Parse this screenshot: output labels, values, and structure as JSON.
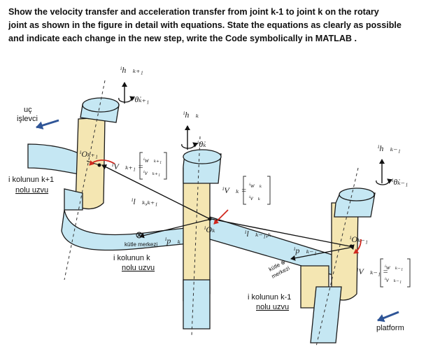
{
  "question": {
    "lines": [
      "Show the velocity transfer and acceleration transfer from joint k-1 to joint k on the rotary",
      "joint as shown in the figure in detail with equations. State the equations as clearly as possible",
      "and indicate each change in the new step, write  the Code symbolically in MATLAB ."
    ]
  },
  "figure": {
    "labels": {
      "end_effector_1": "uç",
      "end_effector_2": "işlevci",
      "link_k1_1": "i kolunun k+1",
      "link_k1_2": "nolu uzvu",
      "link_k_1": "i kolunun k",
      "link_k_2": "nolu uzvu",
      "link_km1_1": "i kolunun k-1",
      "link_km1_2": "nolu uzvu",
      "com_k": "kütle merkezi",
      "com_km1_1": "kütle ⊗",
      "com_km1_2": "merkezi",
      "platform": "platform"
    },
    "symbols": {
      "h_kp1": "ⁱh⃗ₖ₊₁",
      "theta_kp1": "ⁱθ̇ₖ₊₁",
      "h_k": "ⁱh⃗ₖ",
      "theta_k": "ⁱθ̇ₖ",
      "h_km1": "ⁱh⃗ₖ₋₁",
      "theta_km1": "ⁱθ̇ₖ₋₁",
      "O_kp1": "ⁱOₖ₊₁",
      "O_k": "ⁱOₖ",
      "O_km1": "ⁱOₖ₋₁",
      "V_kp1": "ⁱV⃗ₖ₊₁ =",
      "V_k": "ⁱV⃗ₖ =",
      "V_km1": "ⁱV⃗ₖ₋₁ =",
      "w_kp1": "ⁱw⃗ₖ₊₁",
      "v_kp1": "ⁱv⃗ₖ₊₁",
      "w_k": "ⁱw⃗ₖ",
      "v_k": "ⁱv⃗ₖ",
      "w_km1": "ⁱw⃗ₖ₋₁",
      "v_km1": "ⁱv⃗ₖ₋₁",
      "l_kkp1": "ⁱl⃗ₖ,ₖ₊₁",
      "l_km1k": "ⁱl⃗ₖ₋₁,ₖ",
      "p_k": "ⁱp⃗ₖ",
      "p_km1": "ⁱp⃗ₖ₋₁"
    },
    "colors": {
      "link_blue": "#c5e7f3",
      "joint_yellow": "#f4e6b2",
      "outline": "#1a1a1a",
      "rotation_arrow": "#d0281e",
      "platform_arrow": "#2f5597"
    }
  }
}
